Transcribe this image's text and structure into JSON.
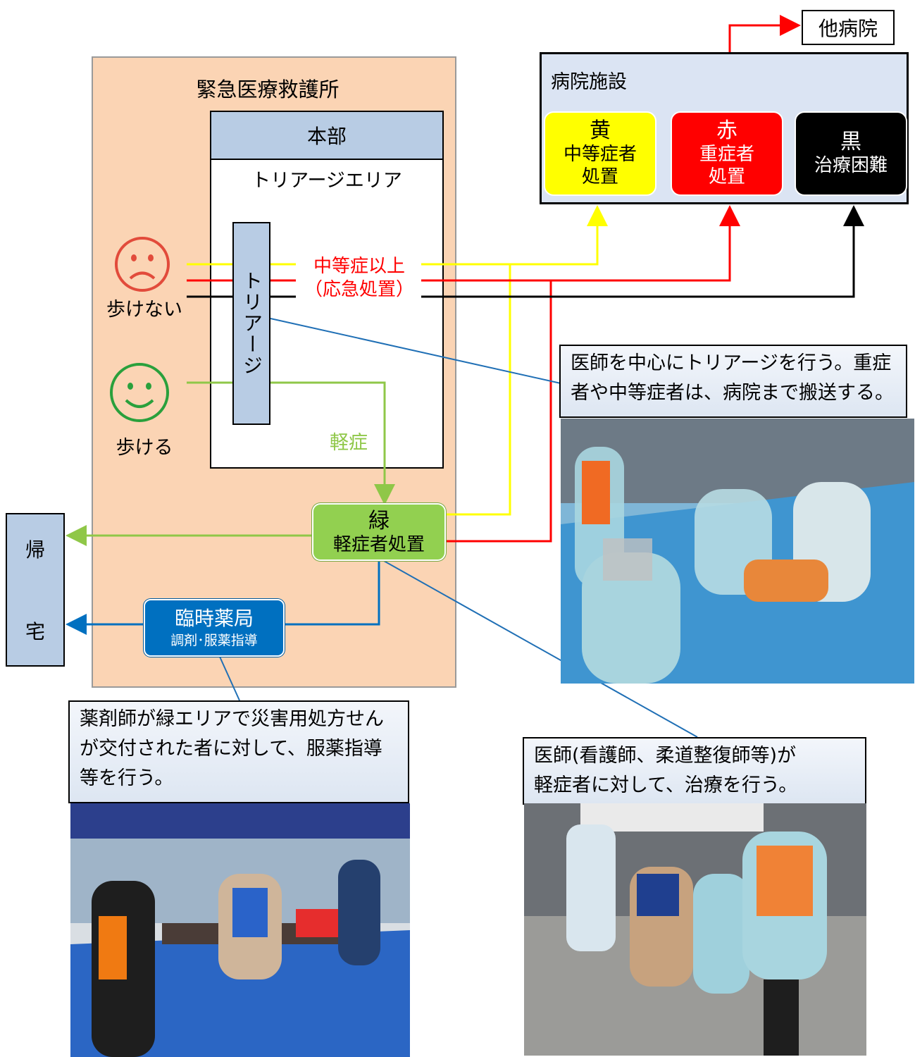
{
  "station": {
    "title": "緊急医療救護所",
    "hq": "本部",
    "triage_area": "トリアージエリア",
    "triage": "トリアージ",
    "mild": "軽症",
    "severe_line1": "中等症以上",
    "severe_line2": "（応急処置）"
  },
  "patients": {
    "cannot_walk": "歩けない",
    "can_walk": "歩ける"
  },
  "green": {
    "title": "緑",
    "subtitle": "軽症者処置"
  },
  "pharmacy": {
    "title": "臨時薬局",
    "subtitle": "調剤･服薬指導"
  },
  "home": {
    "char1": "帰",
    "char2": "宅"
  },
  "hospital": {
    "label": "病院施設",
    "other": "他病院",
    "yellow": {
      "title": "黄",
      "line1": "中等症者",
      "line2": "処置"
    },
    "red": {
      "title": "赤",
      "line1": "重症者",
      "line2": "処置"
    },
    "black": {
      "title": "黒",
      "line1": "治療困難"
    }
  },
  "notes": {
    "doctor_line1": "医師を中心にトリアージを行う。重症",
    "doctor_line2": "者や中等症者は、病院まで搬送する。",
    "pharmacist_line1": "薬剤師が緑エリアで災害用処方せん",
    "pharmacist_line2": "が交付された者に対して、服薬指導",
    "pharmacist_line3": "等を行う。",
    "mild_line1": "医師(看護師、柔道整復師等)が",
    "mild_line2": "軽症者に対して、治療を行う。"
  },
  "colors": {
    "station_bg": "#fbd4b4",
    "box_blue": "#b8cce4",
    "green": "#92d050",
    "mild_line": "#8fc748",
    "yellow": "#ffff00",
    "red": "#ff0000",
    "black": "#000000",
    "pharmacy": "#0070c0",
    "connector": "#1f6fb5"
  }
}
